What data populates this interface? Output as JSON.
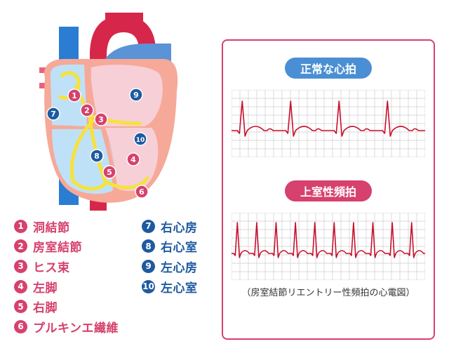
{
  "heart_markers": [
    {
      "num": "1",
      "color": "#d6416d"
    },
    {
      "num": "2",
      "color": "#d6416d"
    },
    {
      "num": "3",
      "color": "#d6416d"
    },
    {
      "num": "4",
      "color": "#d6416d"
    },
    {
      "num": "5",
      "color": "#d6416d"
    },
    {
      "num": "6",
      "color": "#d6416d"
    },
    {
      "num": "7",
      "color": "#1f5aa0"
    },
    {
      "num": "8",
      "color": "#1f5aa0"
    },
    {
      "num": "9",
      "color": "#1f5aa0"
    },
    {
      "num": "10",
      "color": "#1f5aa0"
    }
  ],
  "legend_left": [
    {
      "num": "1",
      "label": "洞結節"
    },
    {
      "num": "2",
      "label": "房室結節"
    },
    {
      "num": "3",
      "label": "ヒス束"
    },
    {
      "num": "4",
      "label": "左脚"
    },
    {
      "num": "5",
      "label": "右脚"
    },
    {
      "num": "6",
      "label": "プルキンエ繊維"
    }
  ],
  "legend_right": [
    {
      "num": "7",
      "label": "右心房"
    },
    {
      "num": "8",
      "label": "右心室"
    },
    {
      "num": "9",
      "label": "左心房"
    },
    {
      "num": "10",
      "label": "左心室"
    }
  ],
  "ecg": {
    "normal_title": "正常な心拍",
    "svt_title": "上室性頻拍",
    "caption": "（房室結節リエントリー性頻拍の心電図）",
    "normal_beats": 4,
    "svt_beats": 10
  },
  "colors": {
    "accent_red": "#d6416d",
    "accent_blue": "#1f5aa0",
    "pill_blue": "#4a8fd3",
    "ecg_line": "#c8102e",
    "grid": "#cccccc",
    "conduction_yellow": "#f6e23c"
  }
}
